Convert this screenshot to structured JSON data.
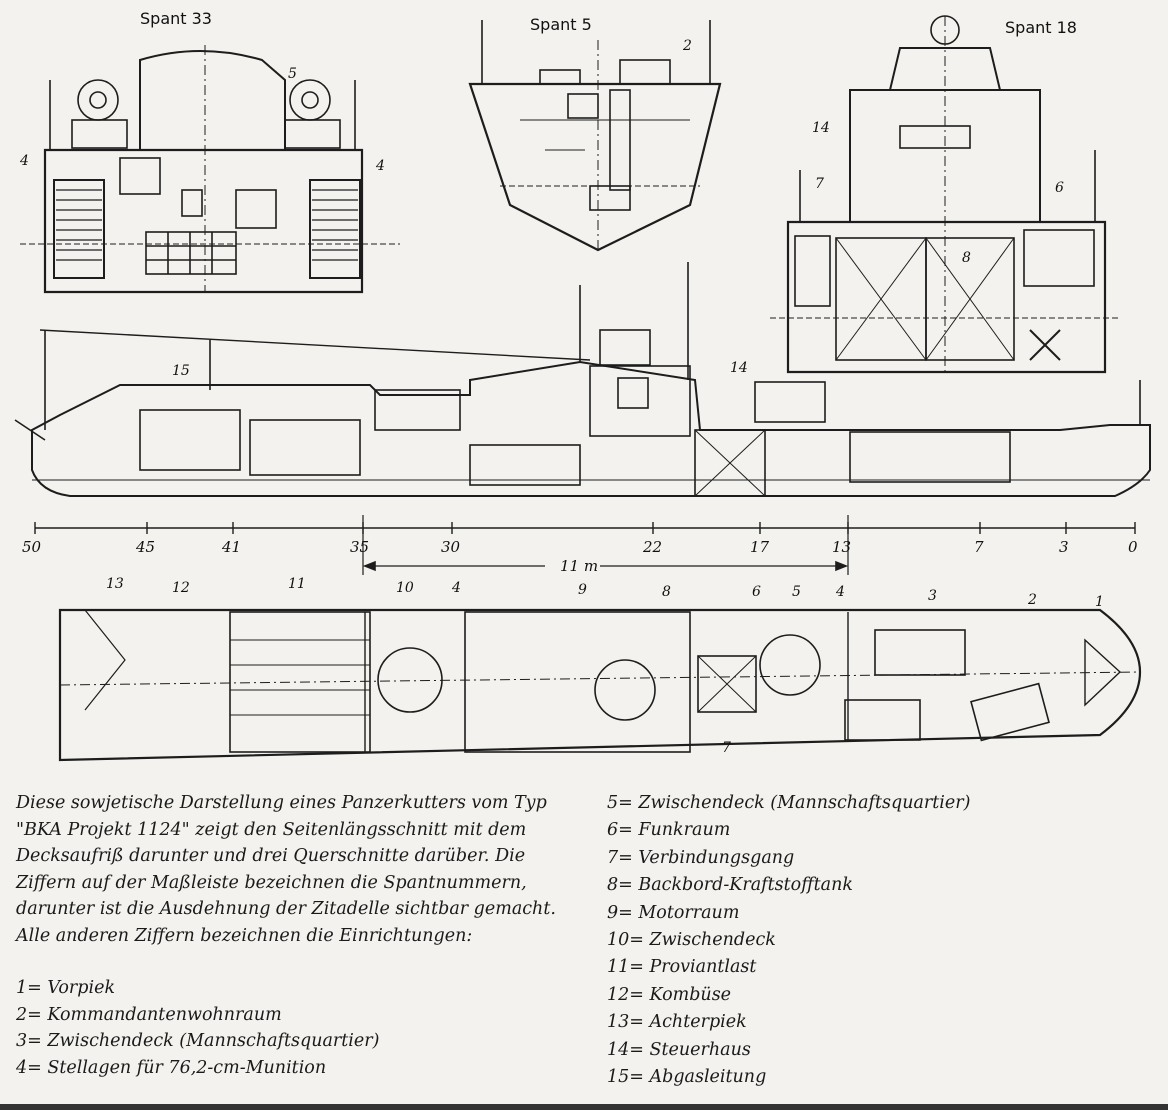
{
  "sections": {
    "spant33": "Spant 33",
    "spant5": "Spant 5",
    "spant18": "Spant 18"
  },
  "scale": {
    "ticks": [
      "50",
      "45",
      "41",
      "35",
      "30",
      "22",
      "17",
      "13",
      "7",
      "3",
      "0"
    ],
    "length_label": "11 m"
  },
  "callouts": {
    "s33_4a": "4",
    "s33_4b": "4",
    "s33_5": "5",
    "s5_2": "2",
    "s18_14": "14",
    "s18_7": "7",
    "s18_6": "6",
    "s18_8": "8",
    "side_15": "15",
    "side_14": "14",
    "plan": [
      "13",
      "12",
      "11",
      "10",
      "4",
      "9",
      "8",
      "6",
      "5",
      "4",
      "3",
      "2",
      "1"
    ],
    "plan_7": "7"
  },
  "caption": "Diese sowjetische Darstellung eines Panzerkutters vom Typ \"BKA Projekt 1124\" zeigt den Seitenlängsschnitt mit dem Decksaufriß darunter und drei Querschnitte darüber. Die Ziffern auf der Maßleiste bezeichnen die Spantnummern, darunter ist die Ausdehnung der Zitadelle sichtbar gemacht. Alle anderen Ziffern bezeichnen die Einrichtungen:",
  "legend": [
    "1= Vorpiek",
    "2= Kommandantenwohnraum",
    "3= Zwischendeck (Mannschaftsquartier)",
    "4= Stellagen für 76,2-cm-Munition",
    "5= Zwischendeck (Mannschaftsquartier)",
    "6= Funkraum",
    "7= Verbindungsgang",
    "8= Backbord-Kraftstofftank",
    "9= Motorraum",
    "10= Zwischendeck",
    "11= Proviantlast",
    "12= Kombüse",
    "13= Achterpiek",
    "14= Steuerhaus",
    "15= Abgasleitung"
  ]
}
